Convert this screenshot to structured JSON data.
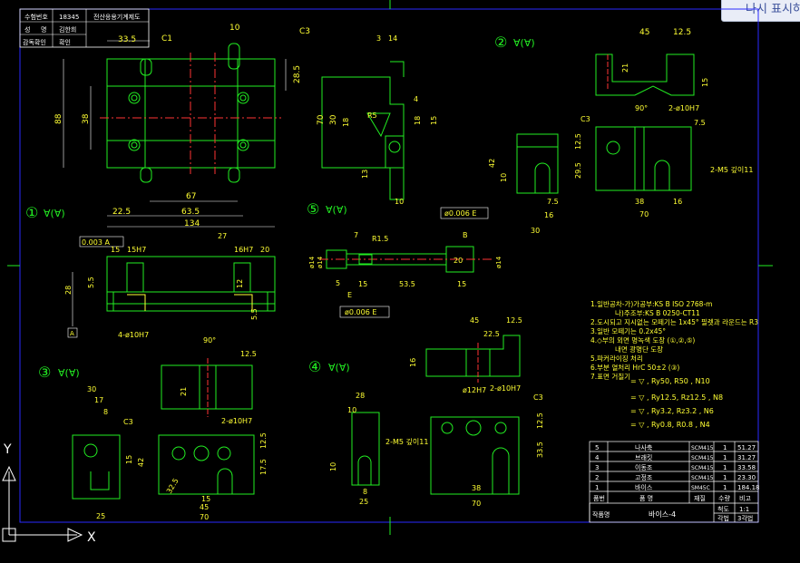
{
  "window": {
    "redisplay_button": "나시 표시하"
  },
  "title_block_top": {
    "row1": [
      "수험번호",
      "18345",
      "전산응용기계제도"
    ],
    "row2": [
      "성",
      "명",
      "김한희"
    ],
    "row3": [
      "감독확인",
      "확인"
    ]
  },
  "views": {
    "view1_label": "①",
    "view2_label": "②",
    "view3_label": "③",
    "view4_label": "④",
    "view5_label": "⑤",
    "view1_dims": [
      "33.5",
      "C1",
      "10",
      "C3",
      "28.5",
      "88",
      "38",
      "67",
      "22.5",
      "63.5",
      "134"
    ],
    "view1_section_dims": [
      "0.003 A",
      "15",
      "15H7",
      "27",
      "16H7",
      "20",
      "28",
      "5.5",
      "12",
      "5.5",
      "4-ø10H7",
      "A"
    ],
    "side_dims": [
      "3",
      "14",
      "4",
      "70",
      "30",
      "18",
      "R5",
      "18",
      "15",
      "13",
      "10"
    ],
    "view2_dims": [
      "45",
      "12.5",
      "21",
      "15",
      "90°",
      "2-ø10H7",
      "C3",
      "7.5",
      "12.5",
      "29.5",
      "42",
      "2-M5 깊이11",
      "10",
      "38",
      "16",
      "30",
      "7.5",
      "70",
      "16"
    ],
    "view5_dims": [
      "ø0.006 E",
      "7",
      "R1.5",
      "B",
      "ø14",
      "ø14",
      "ø14",
      "5",
      "20",
      "53.5",
      "15",
      "ø0.006 E",
      "E",
      "15"
    ],
    "view3_dims": [
      "30",
      "17",
      "8",
      "C3",
      "90°",
      "12.5",
      "21",
      "2-ø10H7",
      "15",
      "42",
      "17.5",
      "12.5",
      "32.5",
      "45",
      "70",
      "15",
      "25"
    ],
    "view4_dims": [
      "45",
      "12.5",
      "22.5",
      "16",
      "ø12H7",
      "2-ø10H7",
      "28",
      "10",
      "C3",
      "12.5",
      "33.5",
      "2-M5 깊이11",
      "10",
      "8",
      "25",
      "38",
      "70"
    ]
  },
  "notes": [
    "1.일반공차-가)가공부:KS B ISO 2768-m",
    "나)주조부:KS B 0250-CT11",
    "2.도시되고 지시없는 모떼기는 1x45° 필렛과 라운드는 R3",
    "3.일반 모떼기는 0.2x45°",
    "4.◇부의 외면 명녹색 도장 (①,②,⑤)",
    "내면 광명단 도장",
    "5.파커라이징 처리",
    "6.부분 열처리 HrC 50±2 (③)",
    "7.표면 거칠기"
  ],
  "surface_table": [
    "= ▽ , Ry50, R50        , N10",
    "= ▽ , Ry12.5, Rz12.5   , N8",
    "= ▽ , Ry3.2, Rz3.2     , N6",
    "= ▽ , Ry0.8, R0.8      , N4"
  ],
  "parts_table": {
    "rows": [
      [
        "5",
        "나사축",
        "SCM415",
        "1",
        "51.27"
      ],
      [
        "4",
        "브래킷",
        "SCM415",
        "1",
        "31.27"
      ],
      [
        "3",
        "이동조",
        "SCM415",
        "1",
        "33.58"
      ],
      [
        "2",
        "고정조",
        "SCM415",
        "1",
        "23.30"
      ],
      [
        "1",
        "바이스",
        "SM45C",
        "1",
        "184.18"
      ]
    ],
    "header": [
      "품번",
      "품 명",
      "재질",
      "수량",
      "비고"
    ],
    "footer": {
      "label": "작품명",
      "name": "바이스-4",
      "scale_label": "척도",
      "scale": "1:1",
      "proj_label": "각법",
      "proj": "3각법"
    }
  },
  "ucs": {
    "y": "Y",
    "x": "X"
  },
  "colors": {
    "bg": "#000000",
    "line": "#22ee22",
    "dim": "#ffff33",
    "center": "#ff3333",
    "frame": "#2222ff",
    "text": "#ffffff"
  }
}
